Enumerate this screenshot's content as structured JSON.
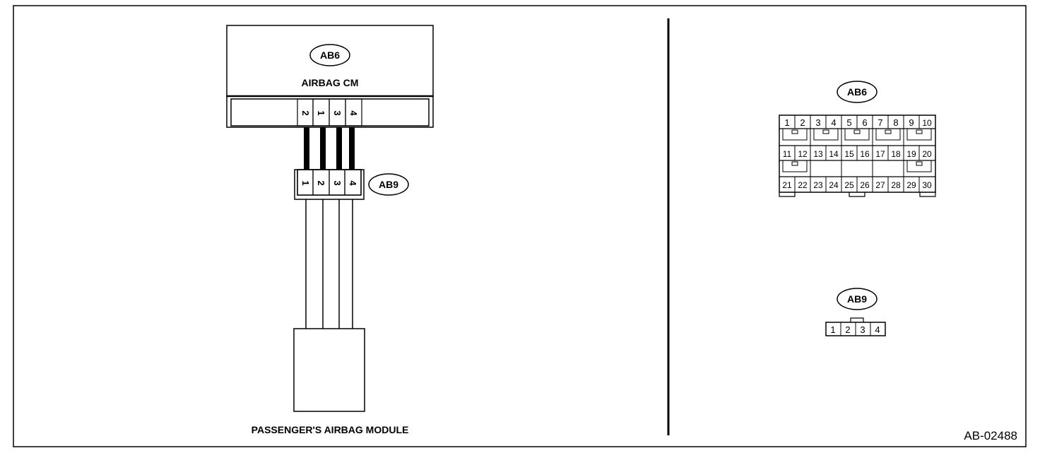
{
  "figure_id": "AB-02488",
  "airbag_cm": {
    "connector_tag": "AB6",
    "label": "AIRBAG CM",
    "pins": [
      "2",
      "1",
      "3",
      "4"
    ]
  },
  "passenger_module": {
    "connector_tag": "AB9",
    "label": "PASSENGER'S AIRBAG MODULE",
    "pins": [
      "1",
      "2",
      "3",
      "4"
    ]
  },
  "connector_views": {
    "ab6": {
      "tag": "AB6",
      "rows": [
        [
          "1",
          "2",
          "3",
          "4",
          "5",
          "6",
          "7",
          "8",
          "9",
          "10"
        ],
        [
          "11",
          "12",
          "13",
          "14",
          "15",
          "16",
          "17",
          "18",
          "19",
          "20"
        ],
        [
          "21",
          "22",
          "23",
          "24",
          "25",
          "26",
          "27",
          "28",
          "29",
          "30"
        ]
      ]
    },
    "ab9": {
      "tag": "AB9",
      "pins": [
        "1",
        "2",
        "3",
        "4"
      ]
    }
  }
}
